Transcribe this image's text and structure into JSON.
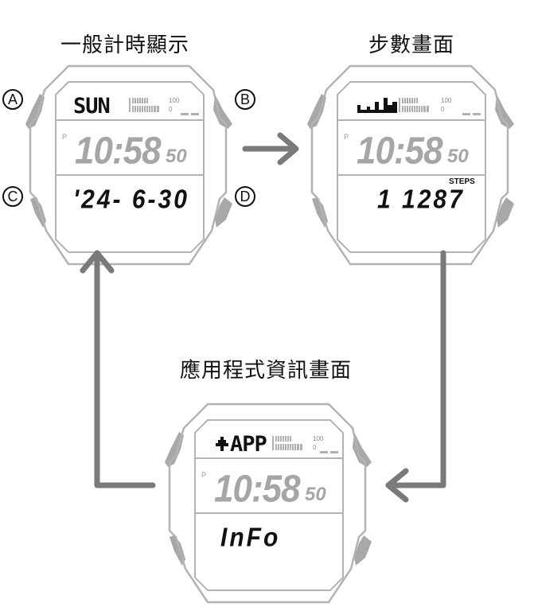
{
  "screens": [
    {
      "id": "timekeeping",
      "title": "一般計時顯示",
      "top_label": "SUN",
      "graph_scale_top": "100",
      "graph_scale_bottom": "0",
      "pm_indicator": "P",
      "time": "10:58",
      "seconds": "50",
      "bottom_text": "'24- 6-30"
    },
    {
      "id": "steps",
      "title": "步數畫面",
      "top_label": "step-bar-graph",
      "graph_scale_top": "100",
      "graph_scale_bottom": "0",
      "pm_indicator": "P",
      "time": "10:58",
      "seconds": "50",
      "steps_label": "STEPS",
      "bottom_text": "1 1287"
    },
    {
      "id": "app-info",
      "title": "應用程式資訊畫面",
      "top_label": "APP",
      "top_icon": "app-tree-icon",
      "graph_scale_top": "100",
      "graph_scale_bottom": "0",
      "pm_indicator": "P",
      "time": "10:58",
      "seconds": "50",
      "bottom_text": "InFo"
    }
  ],
  "buttons": {
    "a": "A",
    "b": "B",
    "c": "C",
    "d": "D"
  },
  "colors": {
    "case": "#b3b3b3",
    "button": "#a8a8a8",
    "arrow": "#7a7a7a",
    "lcd_dim": "#a6a6a6",
    "lcd_active": "#111111"
  },
  "flow": [
    {
      "from": "timekeeping",
      "to": "steps",
      "direction": "right"
    },
    {
      "from": "steps",
      "to": "app-info",
      "direction": "down-left"
    },
    {
      "from": "app-info",
      "to": "timekeeping",
      "direction": "left-up"
    }
  ]
}
